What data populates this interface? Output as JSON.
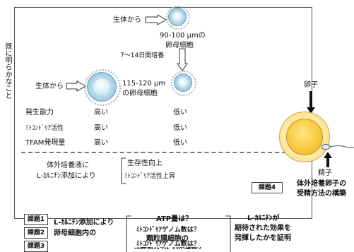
{
  "vertical_label": "既に明らかなこと",
  "source_label_top": "生体から",
  "oocyte_small_label_1": "90-100 μmの",
  "oocyte_small_label_2": "卵母細胞",
  "culture_label": "7～14日間培養",
  "source_label_left": "生体から",
  "oocyte_large_label_1": "115-120 μm",
  "oocyte_large_label_2": "の卵母細胞",
  "rows": [
    {
      "label": "発生能力",
      "left": "高い",
      "right": "低い"
    },
    {
      "label": "ﾐﾄｺﾝﾄﾞﾘｱ活性",
      "left": "高い",
      "right": "低い"
    },
    {
      "label": "TFAM発現量",
      "left": "高い",
      "right": "低い"
    }
  ],
  "addition_label_1": "体外培養液に",
  "addition_label_2": "L-ｶﾙﾆﾁﾝ添加により",
  "effect_label_1": "生存性向上",
  "effect_label_2": "ﾐﾄｺﾝﾄﾞﾘｱ活性上昇",
  "tasks": {
    "t1": "課題1",
    "t2": "課題2",
    "t3": "課題3",
    "t4": "課題4"
  },
  "task12_text_1": "L-ｶﾙﾆﾁﾝ添加により",
  "task12_text_2": "卵母細胞内の",
  "questions": {
    "q1": "ATP量は？",
    "q2": "ﾐﾄｺﾝﾄﾞﾘｱゲノム数は？",
    "q3": "顆粒膜細胞の",
    "q4": "ﾐﾄｺﾝﾄﾞﾘｱゲノム数は？",
    "q5": "活性型ﾐﾄｺﾝﾄﾞﾘｱの確認？"
  },
  "proof_1": "L-ｶﾙﾆﾁﾝが",
  "proof_2": "期待された効果を",
  "proof_3": "発揮したかを証明",
  "egg_label": "卵子",
  "sperm_label": "精子",
  "task4_text_1": "体外培養卵子の",
  "task4_text_2": "受精方法の構築"
}
